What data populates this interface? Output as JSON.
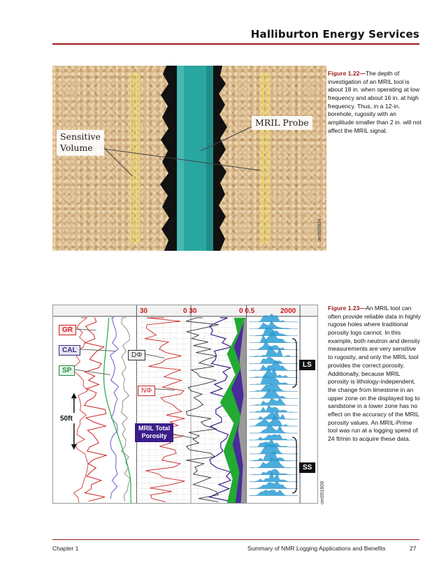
{
  "header": {
    "title": "Halliburton Energy Services"
  },
  "figure_1_22": {
    "labels": {
      "probe": "MRIL Probe",
      "sensitive_line1": "Sensitive",
      "sensitive_line2": "Volume"
    },
    "code": "om000834",
    "caption": {
      "number": "Figure 1.22—",
      "text": "The depth of investigation of an MRIL tool is about 18 in. when operating at low frequency and about 16 in. at high frequency. Thus, in a 12-in. borehole, rugosity with an amplitude smaller than 2 in. will not affect the MRIL signal."
    },
    "colors": {
      "rock": "#d9b98c",
      "borehole": "#111111",
      "probe": "#2aa6a0",
      "sensitive": "#f3e34a"
    }
  },
  "figure_1_23": {
    "scales": [
      "30",
      "0 30",
      "0 0.5",
      "2000"
    ],
    "tags": {
      "gr": "GR",
      "cal": "CAL",
      "sp": "SP",
      "d_phi": "DΦ",
      "n_phi": "NΦ",
      "total_line1": "MRIL Total",
      "total_line2": "Porosity",
      "ls": "LS",
      "ss": "SS"
    },
    "depth": "50ft",
    "code": "om001608",
    "caption": {
      "number": "Figure 1.23—",
      "text": "An MRIL tool can often provide reliable data in highly rugose holes where traditional porosity logs cannot. In this example, both neutron and density measurements are very sensitive to rugosity, and only the MRIL tool provides the correct porosity. Additionally, because MRIL porosity is lithology-independent, the change from limestone in an upper zone on the displayed log to sandstone in a lower zone has no effect on the accuracy of the MRIL porosity values. An MRIL-Prime tool was run at a logging speed of 24 ft/min to acquire these data."
    },
    "colors": {
      "gr": "#cc2222",
      "cal": "#6a5acd",
      "sp": "#22aa44",
      "total": "#3b1d8a",
      "spectrum": "#2b9fd8",
      "fill_green": "#22aa33",
      "fill_purple": "#4b2a9a",
      "fill_gray": "#999999"
    }
  },
  "footer": {
    "chapter": "Chapter 1",
    "title": "Summary of NMR Logging Applications and Benefits",
    "page": "27"
  }
}
